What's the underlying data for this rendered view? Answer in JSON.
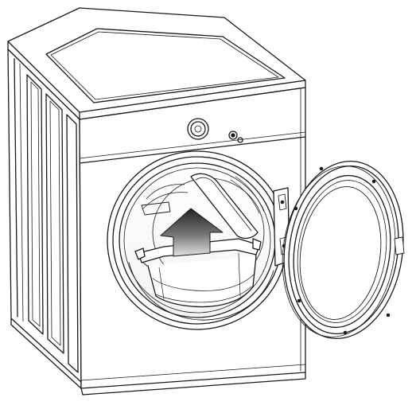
{
  "figure": {
    "subject": "front-load-dryer-open-door",
    "colors": {
      "stroke": "#1a1a1a",
      "background": "#ffffff",
      "arrow_dark": "#222222",
      "arrow_light": "#d8d8d8"
    },
    "parts": [
      {
        "name": "top-panel",
        "icon": "top-panel-icon"
      },
      {
        "name": "side-panel",
        "icon": "side-panel-icon"
      },
      {
        "name": "front-panel",
        "icon": "front-panel-icon"
      },
      {
        "name": "control-knob",
        "icon": "knob-icon"
      },
      {
        "name": "small-button",
        "icon": "button-icon"
      },
      {
        "name": "drum-opening",
        "icon": "drum-icon"
      },
      {
        "name": "drying-rack",
        "icon": "rack-icon"
      },
      {
        "name": "airflow-arrow",
        "icon": "up-arrow-icon"
      },
      {
        "name": "door",
        "icon": "door-icon"
      },
      {
        "name": "door-hinge",
        "icon": "hinge-icon"
      }
    ]
  }
}
